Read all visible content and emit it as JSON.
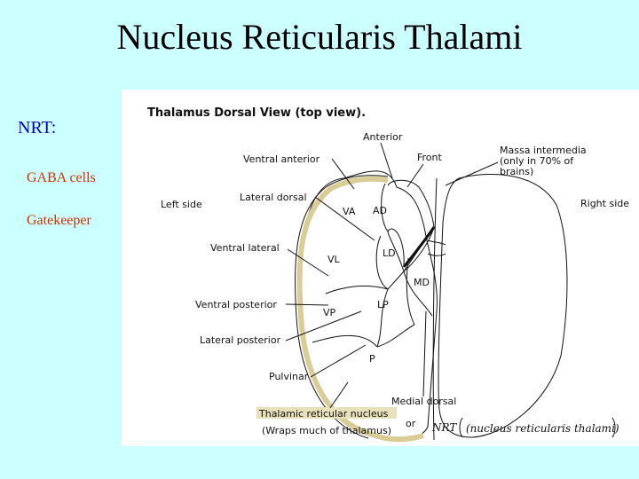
{
  "slide": {
    "title": "Nucleus Reticularis Thalami",
    "heading": "NRT:",
    "bullets": [
      "GABA cells",
      "Gatekeeper"
    ]
  },
  "diagram": {
    "title": "Thalamus Dorsal View (top view).",
    "labels": {
      "anterior": "Anterior",
      "front": "Front",
      "massa_line1": "Massa intermedia",
      "massa_line2": "(only in 70% of",
      "massa_line3": "brains)",
      "left_side": "Left side",
      "right_side": "Right side",
      "ventral_anterior": "Ventral anterior",
      "lateral_dorsal": "Lateral dorsal",
      "ventral_lateral": "Ventral lateral",
      "ventral_posterior": "Ventral posterior",
      "lateral_posterior": "Lateral posterior",
      "pulvinar": "Pulvinar",
      "medial_dorsal": "Medial dorsal",
      "trn": "Thalamic reticular nucleus",
      "wraps": "(Wraps much of thalamus)",
      "or": "or",
      "nrt_hand": "NRT",
      "nrt_full": "(nucleus reticularis thalami)"
    },
    "regions": {
      "va": "VA",
      "ad": "AD",
      "ld": "LD",
      "vl": "VL",
      "md": "MD",
      "vp": "VP",
      "lp": "LP",
      "p": "P"
    },
    "colors": {
      "reticular_band": "#d9cc96",
      "background": "#ccffff",
      "heading": "#0000cc",
      "bullet": "#cc3300"
    }
  }
}
